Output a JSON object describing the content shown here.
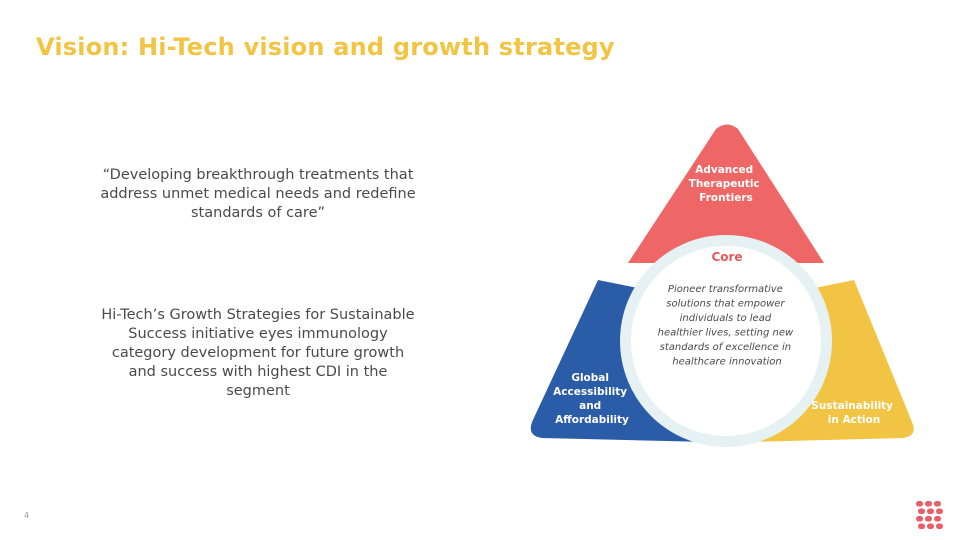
{
  "title": "Vision: Hi-Tech vision and growth strategy",
  "vision_quote": "“Developing breakthrough treatments that address unmet medical needs and redefine standards of care”",
  "strategy_text": "Hi-Tech’s Growth Strategies for Sustainable Success initiative eyes immunology category development for future growth and success with highest CDI in the segment",
  "page_number": "4",
  "diagram": {
    "top": {
      "lines": [
        "Advanced",
        "Therapeutic",
        "Frontiers"
      ],
      "color": "#ef6666"
    },
    "left": {
      "lines": [
        "Global",
        "Accessibility",
        "and",
        "Affordability"
      ],
      "color": "#2b5ca8"
    },
    "right": {
      "lines": [
        "Sustainability",
        "in Action"
      ],
      "color": "#f2c444"
    },
    "core": {
      "title": "Core",
      "title_color": "#e35a5a",
      "lines": [
        "Pioneer transformative",
        "solutions that empower",
        "individuals to lead",
        "healthier lives, setting new",
        "standards of excellence in",
        "healthcare innovation"
      ],
      "ring_color": "#e6f1f3"
    }
  },
  "colors": {
    "title": "#f2c444",
    "body_text": "#4a4a4a",
    "logo": "#e85d66"
  },
  "logo_icon": "dot-grid-logo"
}
